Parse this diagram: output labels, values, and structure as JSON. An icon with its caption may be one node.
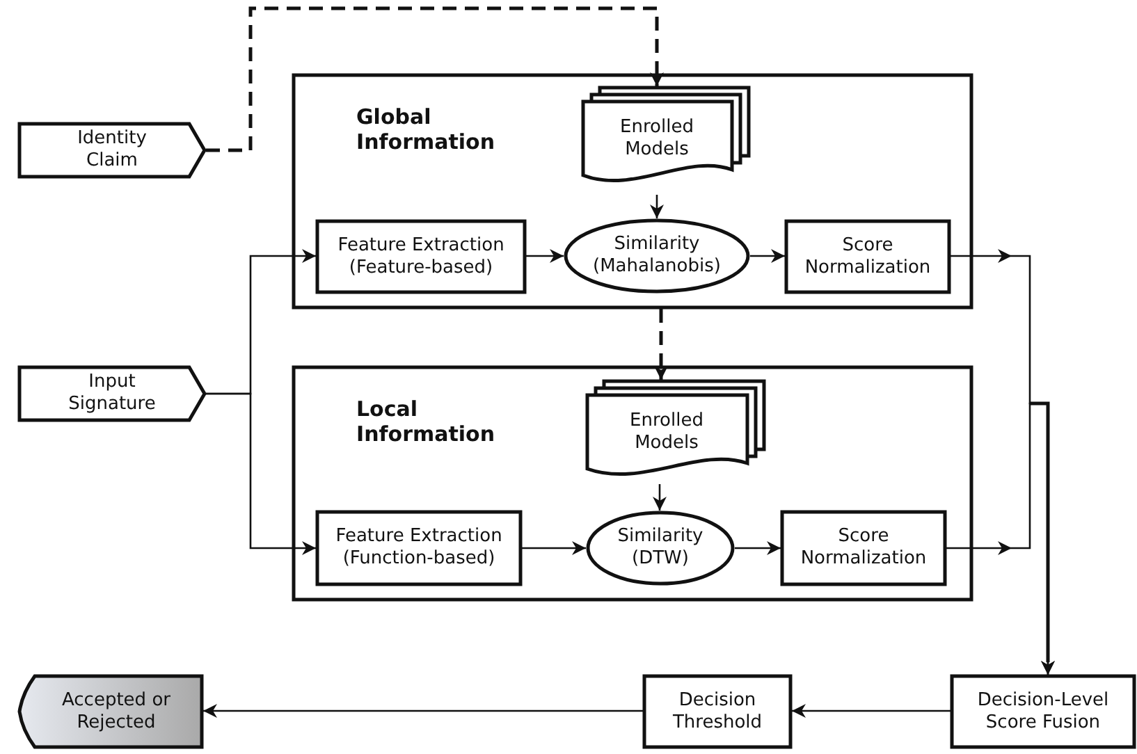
{
  "diagram": {
    "nodes": [
      {
        "text": [
          "Identity Claim"
        ]
      },
      {
        "text": [
          "Input Signature"
        ]
      },
      {
        "text": [
          "Global Information"
        ]
      },
      {
        "text": [
          "Enrolled Models"
        ],
        "in": 2
      },
      {
        "text": [
          "Feature Extraction (Feature-based)"
        ],
        "in": 2
      },
      {
        "text": [
          "Similarity (Mahalanobis)"
        ],
        "in": 2
      },
      {
        "text": [
          "Score Normalization"
        ],
        "in": 2
      },
      {
        "text": [
          "Local Information"
        ]
      },
      {
        "text": [
          "Enrolled Models"
        ],
        "in": 7
      },
      {
        "text": [
          "Feature Extraction (Function-based)"
        ],
        "in": 7
      },
      {
        "text": [
          "Similarity (DTW)"
        ],
        "in": 7
      },
      {
        "text": [
          "Score Normalization"
        ],
        "in": 7
      },
      {
        "text": [
          "Decision-Level Score Fusion"
        ]
      },
      {
        "text": [
          "Decision Threshold"
        ]
      },
      {
        "text": [
          "Accepted or Rejected"
        ]
      }
    ],
    "edges": [
      {
        "from": 0,
        "to": 3,
        "arrow": "to",
        "style": "dashed"
      },
      {
        "from": 1,
        "to": 4,
        "arrow": "to"
      },
      {
        "from": 1,
        "to": 9,
        "arrow": "to"
      },
      {
        "from": 3,
        "to": 5,
        "arrow": "to"
      },
      {
        "from": 4,
        "to": 5,
        "arrow": "to"
      },
      {
        "from": 5,
        "to": 6,
        "arrow": "to"
      },
      {
        "from": 2,
        "to": 8,
        "arrow": "to",
        "style": "dashed"
      },
      {
        "from": 8,
        "to": 10,
        "arrow": "to"
      },
      {
        "from": 9,
        "to": 10,
        "arrow": "to"
      },
      {
        "from": 10,
        "to": 11,
        "arrow": "to"
      },
      {
        "from": 6,
        "to": 12,
        "arrow": "to"
      },
      {
        "from": 11,
        "to": 12,
        "arrow": "to"
      },
      {
        "from": 12,
        "to": 13,
        "arrow": "to"
      },
      {
        "from": 13,
        "to": 14,
        "arrow": "to"
      }
    ]
  }
}
